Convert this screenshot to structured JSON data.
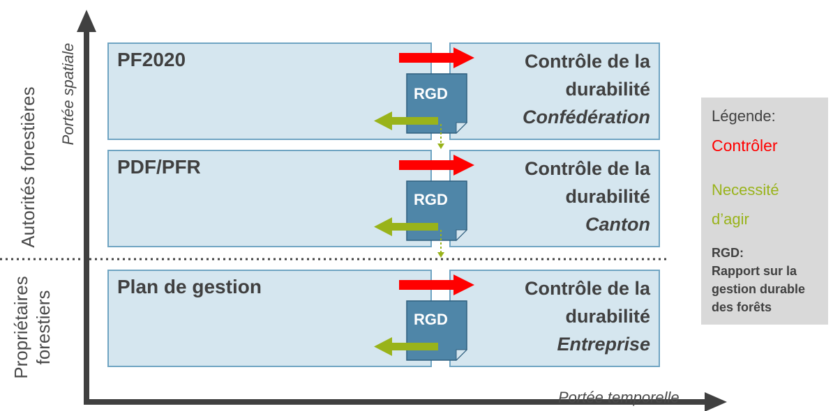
{
  "axes": {
    "y_label": "Portée spatiale",
    "x_label": "Portée temporelle"
  },
  "groups": {
    "top": "Autorités forestières",
    "bottom_line1": "Propriétaires",
    "bottom_line2": "forestiers"
  },
  "rows": [
    {
      "left_title": "PF2020",
      "right_line1": "Contrôle de la",
      "right_line2": "durabilité",
      "right_sub": "Confédération",
      "doc": "RGD"
    },
    {
      "left_title": "PDF/PFR",
      "right_line1": "Contrôle de la",
      "right_line2": "durabilité",
      "right_sub": "Canton",
      "doc": "RGD"
    },
    {
      "left_title": "Plan de gestion",
      "right_line1": "Contrôle de la",
      "right_line2": "durabilité",
      "right_sub": "Entreprise",
      "doc": "RGD"
    }
  ],
  "legend": {
    "title": "Légende:",
    "control": "Contrôler",
    "need_line1": "Necessité",
    "need_line2": "d’agir",
    "rgd_abbr": "RGD:",
    "rgd_line1": "Rapport sur la",
    "rgd_line2": "gestion durable",
    "rgd_line3": "des forêts"
  },
  "colors": {
    "panel_fill": "#d5e6ef",
    "panel_border": "#6fa4c2",
    "doc_fill": "#4f86a8",
    "control_arrow": "#ff0000",
    "need_arrow": "#99b31a",
    "axis": "#404040",
    "legend_bg": "#d9d9d9"
  }
}
